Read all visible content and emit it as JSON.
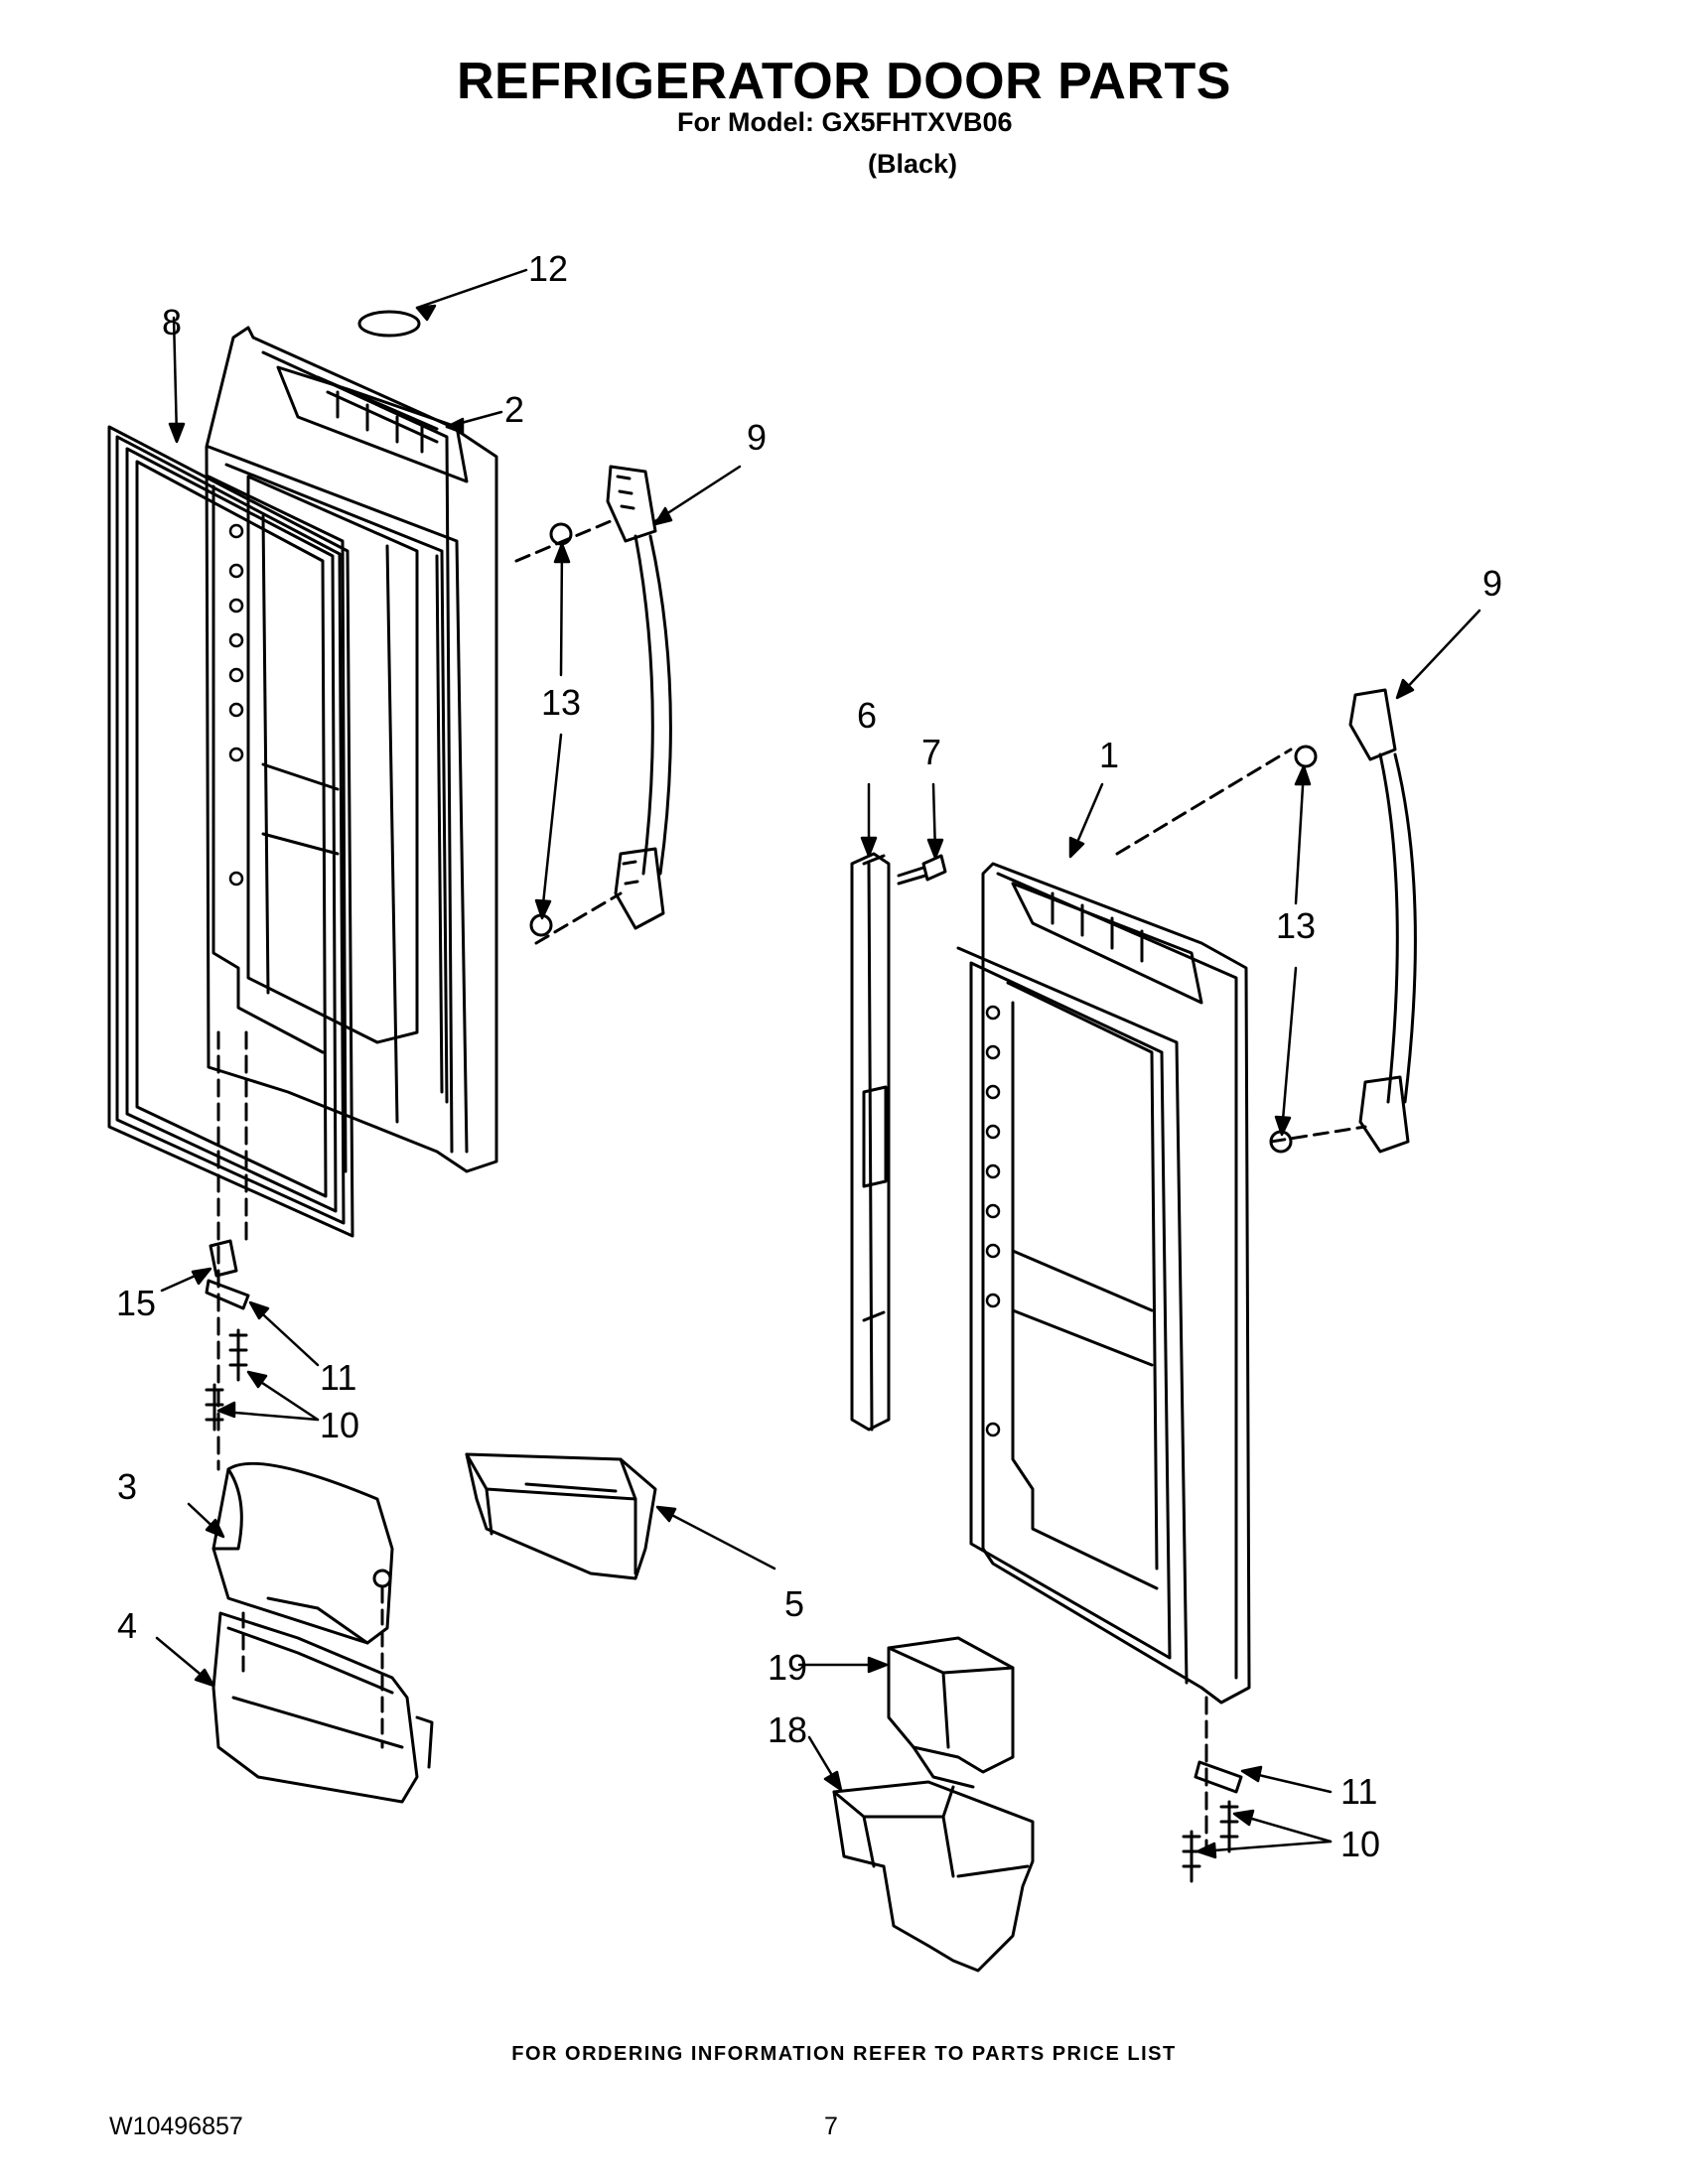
{
  "header": {
    "title": "REFRIGERATOR DOOR PARTS",
    "model_line": "For Model: GX5FHTXVB06",
    "color_line": "(Black)"
  },
  "footer": {
    "note": "FOR ORDERING INFORMATION REFER TO PARTS PRICE LIST",
    "doc_number": "W10496857",
    "page_number": "7"
  },
  "callouts": {
    "c1": "1",
    "c2": "2",
    "c3": "3",
    "c4": "4",
    "c5": "5",
    "c6": "6",
    "c7": "7",
    "c8": "8",
    "c9a": "9",
    "c9b": "9",
    "c10a": "10",
    "c10b": "10",
    "c11a": "11",
    "c11b": "11",
    "c12": "12",
    "c13a": "13",
    "c13b": "13",
    "c15": "15",
    "c18": "18",
    "c19": "19"
  }
}
